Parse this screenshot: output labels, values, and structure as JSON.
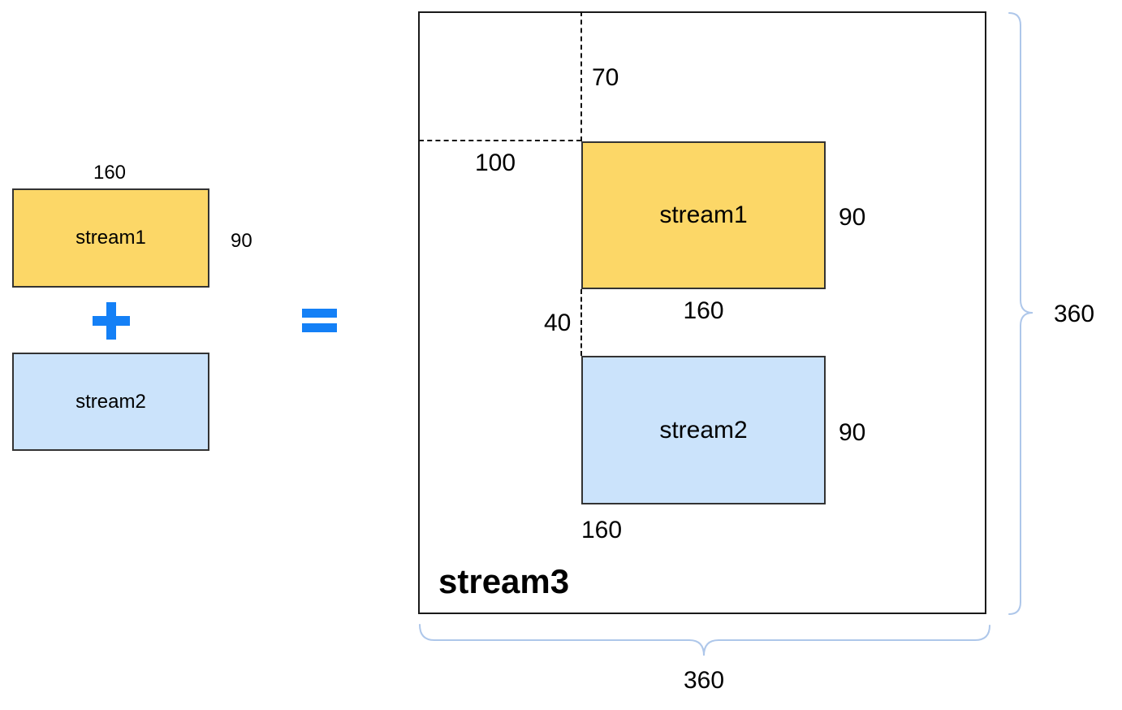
{
  "colors": {
    "stream1-fill": "#FCD767",
    "stream2-fill": "#CBE3FB",
    "box-border": "#333333",
    "container-border": "#1A1A1A",
    "accent": "#1480F6",
    "brace": "#AEC7EA",
    "dash": "#111111",
    "text": "#000000"
  },
  "left_panel": {
    "stream1": {
      "label": "stream1",
      "width_label": "160",
      "height_label": "90"
    },
    "operator_plus": "+",
    "stream2": {
      "label": "stream2"
    }
  },
  "operator_equals": "=",
  "composite": {
    "title": "stream3",
    "offsets": {
      "y_offset_label": "70",
      "x_offset_label": "100",
      "gap_label": "40"
    },
    "stream1": {
      "label": "stream1",
      "width_label": "160",
      "height_label": "90"
    },
    "stream2": {
      "label": "stream2",
      "width_label": "160",
      "height_label": "90"
    },
    "total_width_label": "360",
    "total_height_label": "360"
  }
}
